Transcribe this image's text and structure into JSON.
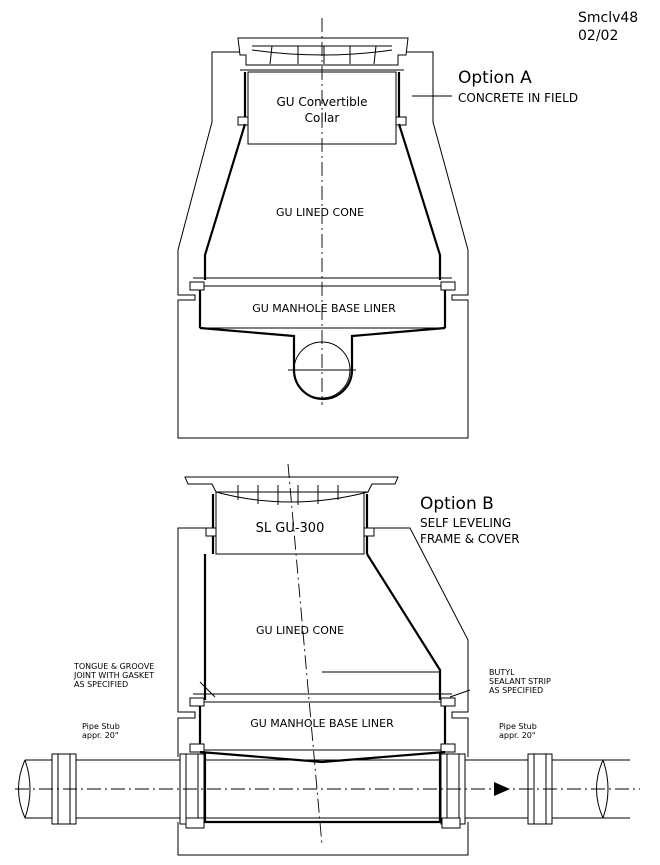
{
  "title_block": {
    "code": "Smclv48",
    "date": "02/02"
  },
  "option_a": {
    "title": "Option A",
    "note": "CONCRETE IN FIELD",
    "collar_line1": "GU Convertible",
    "collar_line2": "Collar",
    "cone": "GU LINED CONE",
    "base": "GU MANHOLE BASE LINER"
  },
  "option_b": {
    "title": "Option B",
    "note_line1": "SELF LEVELING",
    "note_line2": "FRAME & COVER",
    "frame": "SL GU-300",
    "cone": "GU LINED CONE",
    "base": "GU MANHOLE BASE LINER",
    "left_note": [
      "TONGUE & GROOVE",
      "JOINT WITH GASKET",
      "AS SPECIFIED"
    ],
    "right_note": [
      "BUTYL",
      "SEALANT STRIP",
      "AS SPECIFIED"
    ],
    "stub_left": [
      "Pipe Stub",
      "appr. 20\""
    ],
    "stub_right": [
      "Pipe Stub",
      "appr. 20\""
    ]
  }
}
